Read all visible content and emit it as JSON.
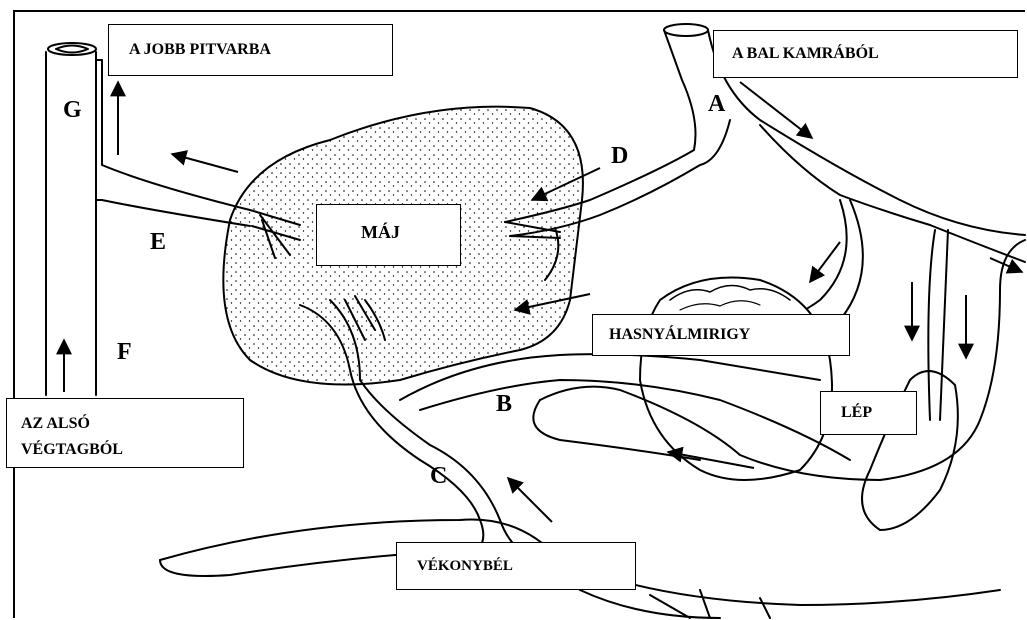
{
  "labels": {
    "jobb_pitvarba": "A JOBB PITVARBA",
    "bal_kamrabol": "A BAL KAMRÁBÓL",
    "maj": "MÁJ",
    "hasnyalmirigy": "HASNYÁLMIRIGY",
    "lep": "LÉP",
    "vekonybel": "VÉKONYBÉL",
    "also_vegtag_1": "AZ ALSÓ",
    "also_vegtag_2": "VÉGTAGBÓL"
  },
  "letters": {
    "A": "A",
    "B": "B",
    "C": "C",
    "D": "D",
    "E": "E",
    "F": "F",
    "G": "G"
  }
}
